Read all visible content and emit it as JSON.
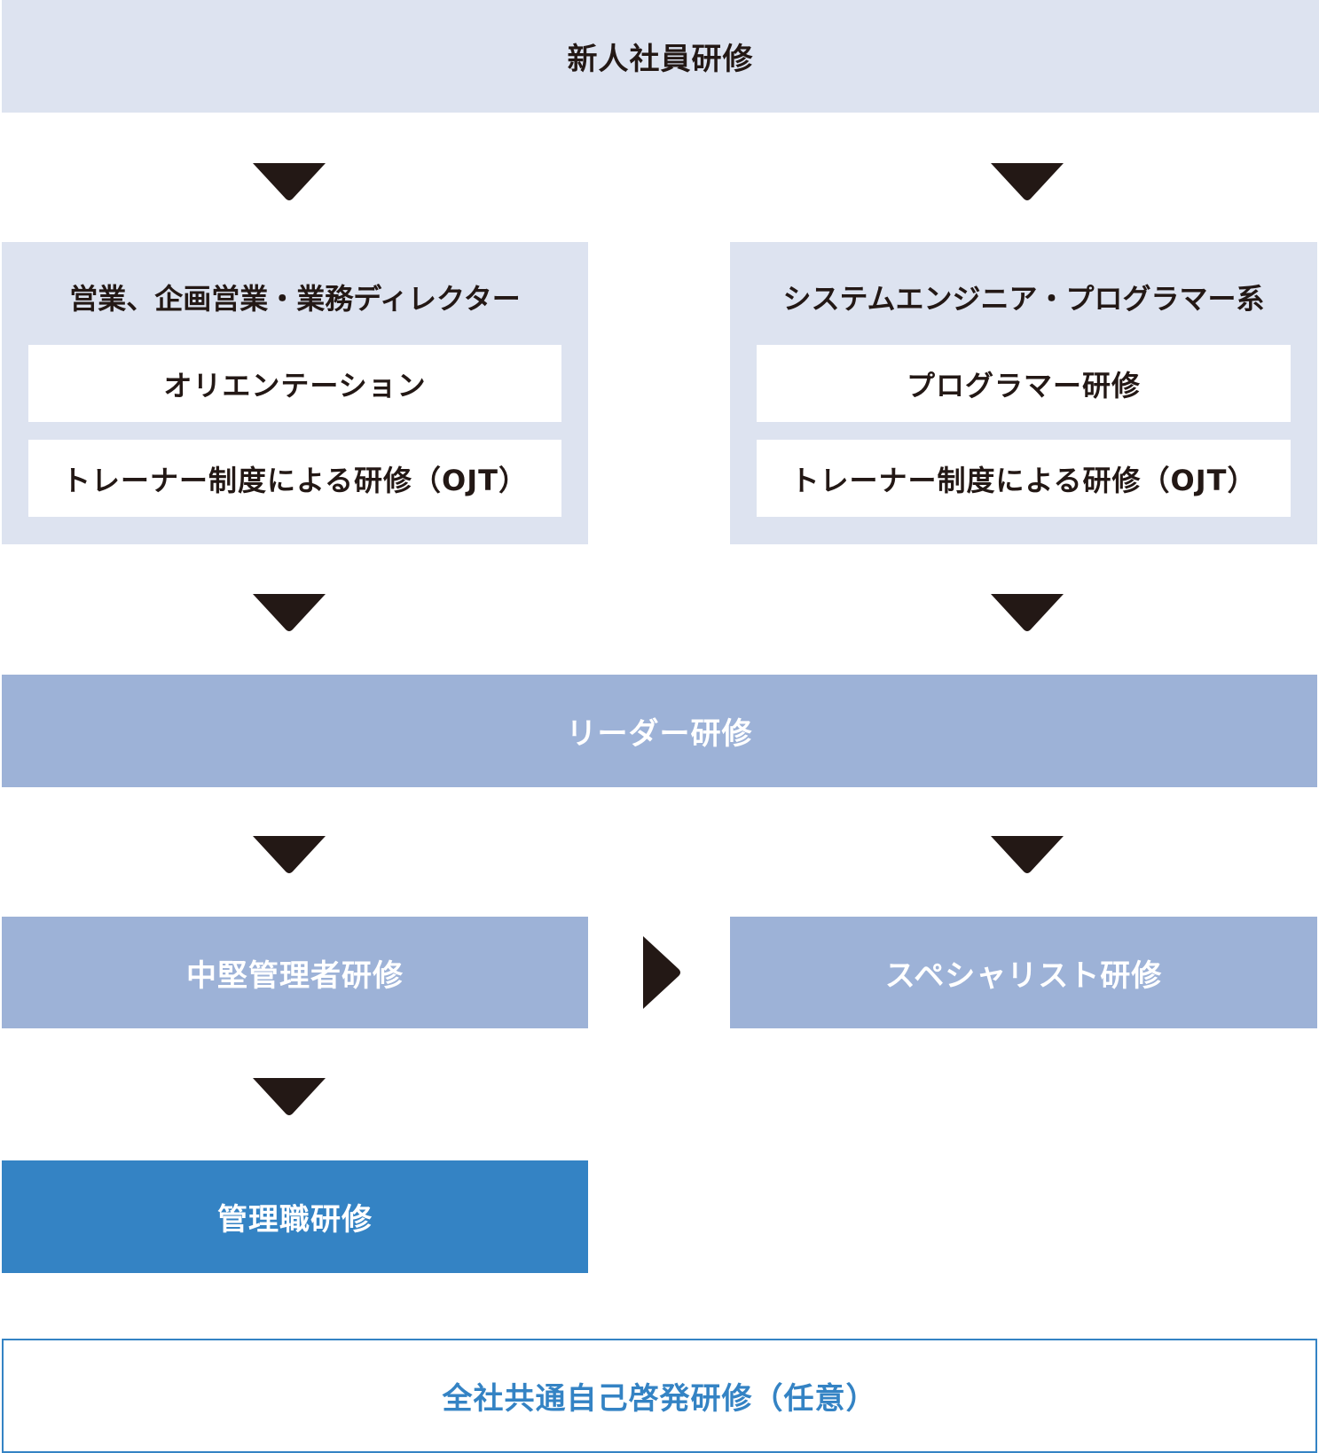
{
  "diagram": {
    "top": {
      "label": "新人社員研修"
    },
    "left_track": {
      "title": "営業、企画営業・業務ディレクター",
      "items": [
        "オリエンテーション",
        "トレーナー制度による研修（OJT）"
      ]
    },
    "right_track": {
      "title": "システムエンジニア・プログラマー系",
      "items": [
        "プログラマー研修",
        "トレーナー制度による研修（OJT）"
      ]
    },
    "leader": {
      "label": "リーダー研修"
    },
    "middle_manager": {
      "label": "中堅管理者研修"
    },
    "specialist": {
      "label": "スペシャリスト研修"
    },
    "manager": {
      "label": "管理職研修"
    },
    "common": {
      "label": "全社共通自己啓発研修（任意）"
    }
  },
  "colors": {
    "light_fill": "#dde3f0",
    "mid_fill": "#9db2d7",
    "dark_fill": "#3483c4",
    "arrow": "#231815",
    "text_dark": "#231815"
  }
}
